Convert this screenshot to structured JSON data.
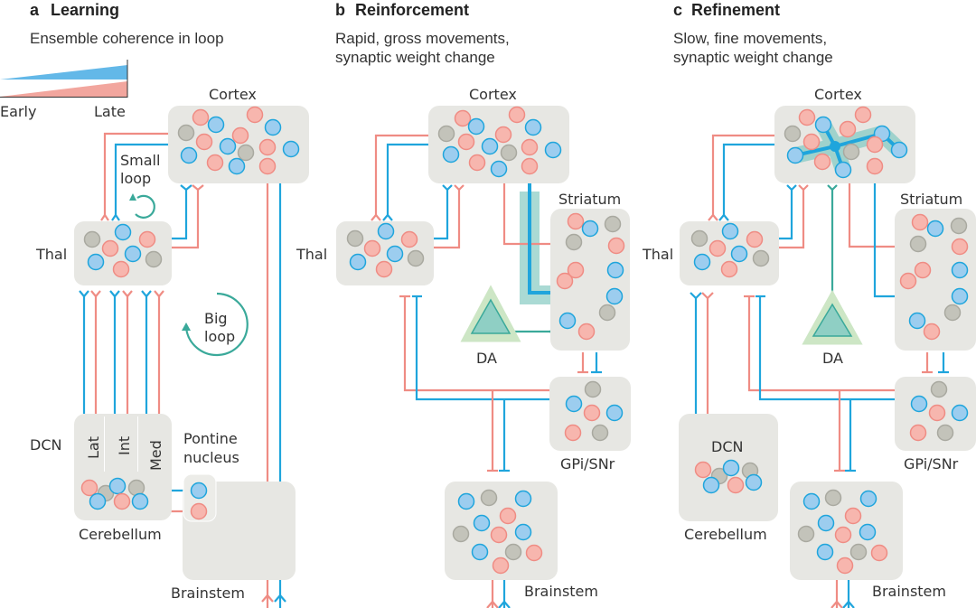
{
  "colors": {
    "pink": "#ef8c84",
    "pink_fill": "#f7b6ae",
    "blue": "#1fa5dc",
    "blue_fill": "#9ccdef",
    "grey_fill": "#c3c3ba",
    "grey_stroke": "#a9a9a0",
    "teal": "#3aa99a",
    "box": "#e7e7e3"
  },
  "panels": {
    "a": {
      "letter": "a",
      "title": "Learning",
      "subtitle": "Ensemble coherence in loop",
      "legend": {
        "early": "Early",
        "late": "Late"
      },
      "labels": {
        "cortex": "Cortex",
        "thal": "Thal",
        "small_loop_1": "Small",
        "small_loop_2": "loop",
        "big_loop_1": "Big",
        "big_loop_2": "loop",
        "dcn": "DCN",
        "lat": "Lat",
        "int": "Int",
        "med": "Med",
        "pontine_1": "Pontine",
        "pontine_2": "nucleus",
        "cerebellum": "Cerebellum",
        "brainstem": "Brainstem"
      }
    },
    "b": {
      "letter": "b",
      "title": "Reinforcement",
      "subtitle_1": "Rapid, gross movements,",
      "subtitle_2": "synaptic weight change",
      "labels": {
        "cortex": "Cortex",
        "thal": "Thal",
        "striatum": "Striatum",
        "da": "DA",
        "gpi": "GPi/SNr",
        "brainstem": "Brainstem"
      }
    },
    "c": {
      "letter": "c",
      "title": "Refinement",
      "subtitle_1": "Slow, fine movements,",
      "subtitle_2": "synaptic weight change",
      "labels": {
        "cortex": "Cortex",
        "thal": "Thal",
        "striatum": "Striatum",
        "da": "DA",
        "dcn": "DCN",
        "cerebellum": "Cerebellum",
        "gpi": "GPi/SNr",
        "brainstem": "Brainstem"
      }
    }
  }
}
